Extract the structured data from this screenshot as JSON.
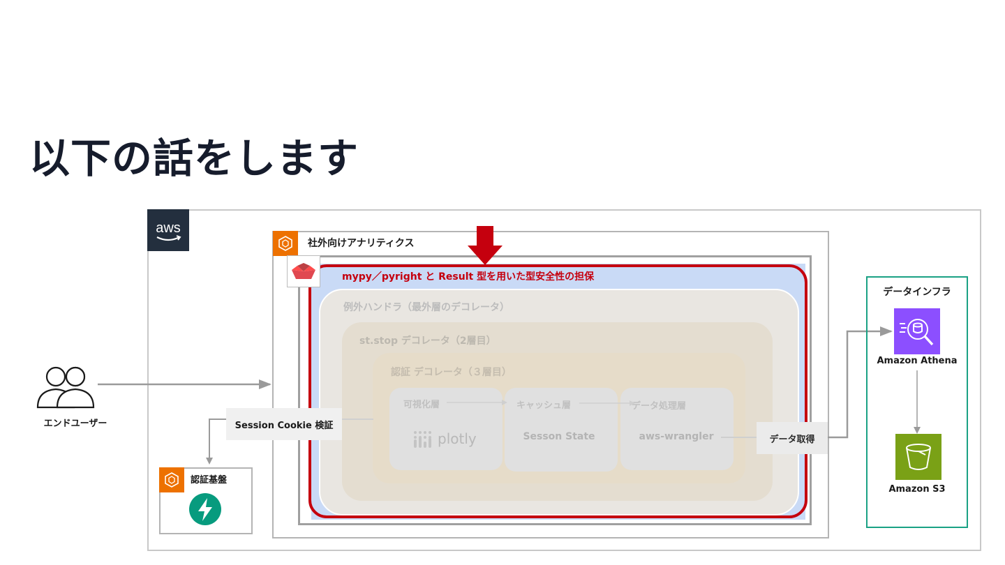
{
  "title": "以下の話をします",
  "aws": {
    "logo_text": "aws"
  },
  "external": {
    "label": "社外向けアナリティクス"
  },
  "type_safety": {
    "label": "mypy／pyright と Result 型を用いた型安全性の担保"
  },
  "layers": {
    "outer": "例外ハンドラ（最外層のデコレータ）",
    "middle": "st.stop デコレータ（2層目）",
    "inner": "認証 デコレータ（３層目）"
  },
  "cards": [
    {
      "title": "可視化層",
      "content": "plotly"
    },
    {
      "title": "キャッシュ層",
      "content": "Sesson State"
    },
    {
      "title": "データ処理層",
      "content": "aws-wrangler"
    }
  ],
  "session_tag": "Session Cookie 検証",
  "data_fetch_tag": "データ取得",
  "user": {
    "label": "エンドユーザー"
  },
  "auth": {
    "label": "認証基盤"
  },
  "infra": {
    "label": "データインフラ",
    "services": [
      {
        "name": "Amazon Athena"
      },
      {
        "name": "Amazon S3"
      }
    ]
  },
  "colors": {
    "aws_dark": "#232f3e",
    "ecs_orange": "#ed7100",
    "red": "#c5000e",
    "athena_purple": "#8c4fff",
    "s3_green": "#7aa116",
    "teal": "#1aa184",
    "auth_teal": "#079b7e"
  }
}
